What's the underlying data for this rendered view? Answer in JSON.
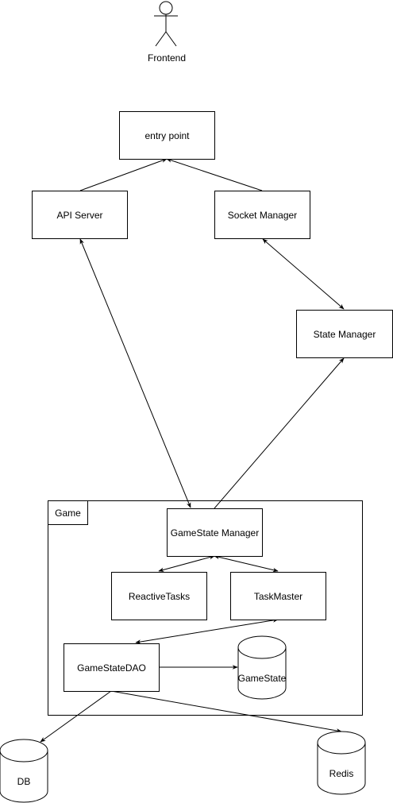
{
  "actor": {
    "label": "Frontend"
  },
  "nodes": {
    "entry_point": "entry point",
    "api_server": "API Server",
    "socket_manager": "Socket Manager",
    "state_manager": "State Manager",
    "gamestate_manager": "GameState Manager",
    "reactive_tasks": "ReactiveTasks",
    "task_master": "TaskMaster",
    "gamestate_dao": "GameStateDAO"
  },
  "container": {
    "label": "Game"
  },
  "datastores": {
    "gamestate": "GameState",
    "db": "DB",
    "redis": "Redis"
  },
  "edges": [
    {
      "from": "api_server",
      "to": "entry_point",
      "type": "arrow"
    },
    {
      "from": "socket_manager",
      "to": "entry_point",
      "type": "arrow"
    },
    {
      "from": "socket_manager",
      "to": "state_manager",
      "type": "bidirectional"
    },
    {
      "from": "api_server",
      "to": "gamestate_manager",
      "type": "bidirectional"
    },
    {
      "from": "gamestate_manager",
      "to": "state_manager",
      "type": "arrow"
    },
    {
      "from": "gamestate_manager",
      "to": "reactive_tasks",
      "type": "bidirectional"
    },
    {
      "from": "gamestate_manager",
      "to": "task_master",
      "type": "bidirectional"
    },
    {
      "from": "task_master",
      "to": "gamestate_dao",
      "type": "bidirectional"
    },
    {
      "from": "gamestate_dao",
      "to": "gamestate",
      "type": "arrow"
    },
    {
      "from": "gamestate_dao",
      "to": "db",
      "type": "arrow"
    },
    {
      "from": "gamestate_dao",
      "to": "redis",
      "type": "arrow"
    }
  ],
  "colors": {
    "stroke": "#000000",
    "fill": "#ffffff"
  }
}
